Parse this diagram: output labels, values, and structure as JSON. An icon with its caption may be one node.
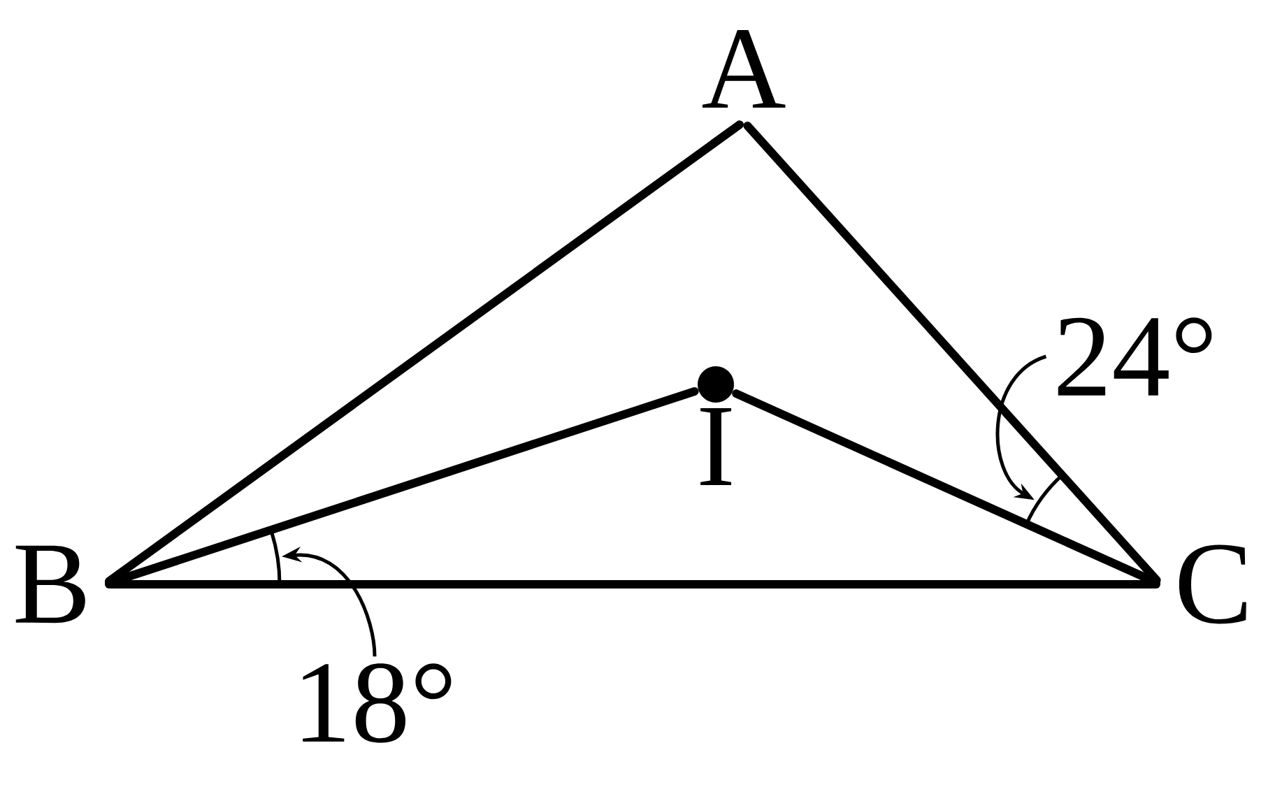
{
  "diagram": {
    "nodes": [
      {
        "text": [
          "A"
        ]
      },
      {
        "text": [
          "B"
        ]
      },
      {
        "text": [
          "C"
        ]
      },
      {
        "text": [
          "I"
        ]
      },
      {
        "text": [
          "18°"
        ]
      },
      {
        "text": [
          "24°"
        ]
      },
      {
        "text": [],
        "shape": "arc"
      },
      {
        "text": [],
        "shape": "arc"
      }
    ],
    "edges": [
      {
        "from": 1,
        "to": 0,
        "arrow": "none"
      },
      {
        "from": 0,
        "to": 2,
        "arrow": "none"
      },
      {
        "from": 1,
        "to": 2,
        "arrow": "none"
      },
      {
        "from": 1,
        "to": 3,
        "arrow": "none"
      },
      {
        "from": 3,
        "to": 2,
        "arrow": "none"
      },
      {
        "from": 4,
        "to": 6,
        "arrow": "to"
      },
      {
        "from": 5,
        "to": 7,
        "arrow": "to"
      }
    ]
  }
}
